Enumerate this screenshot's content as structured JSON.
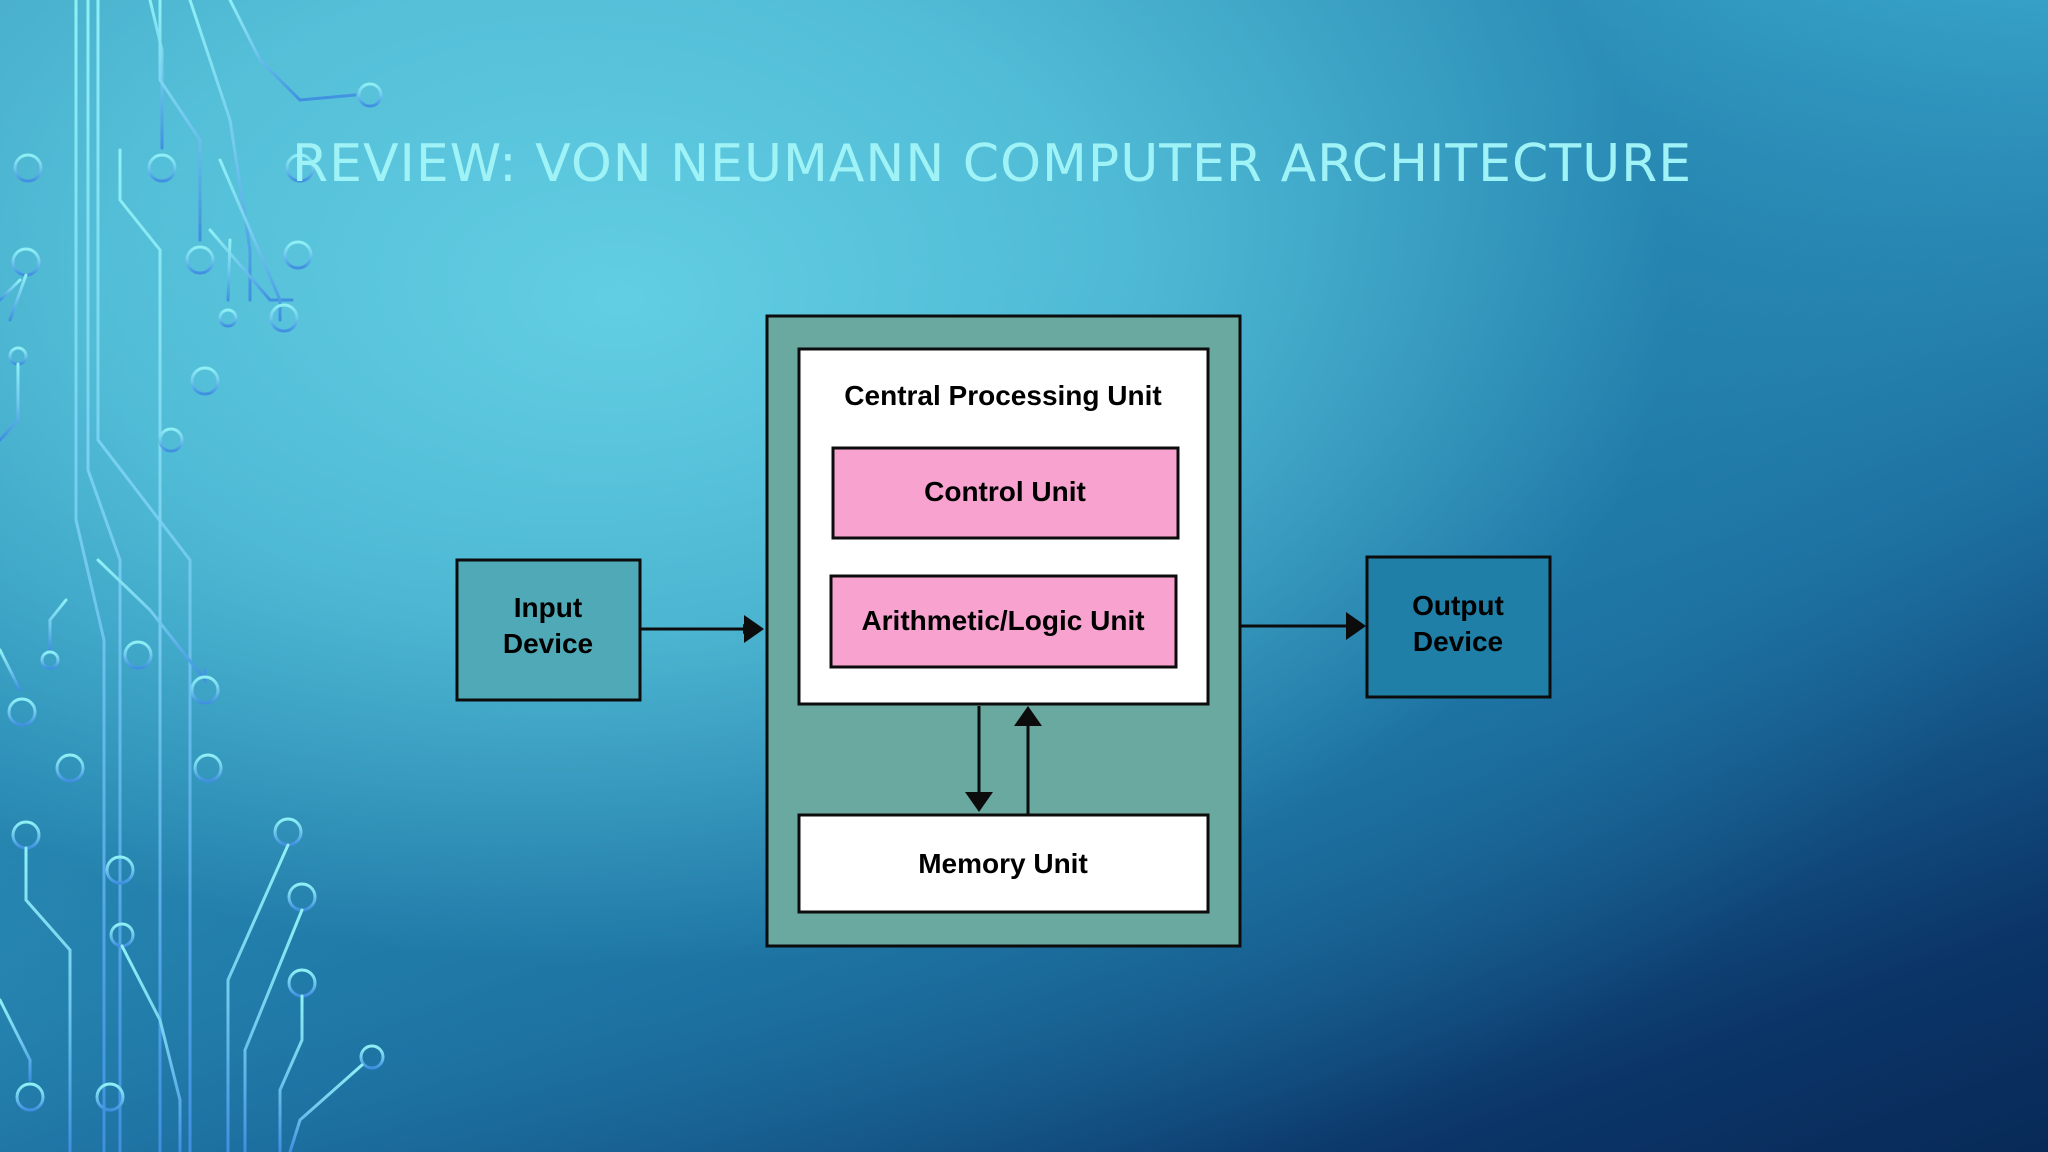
{
  "slide": {
    "title": "REVIEW: VON NEUMANN COMPUTER ARCHITECTURE"
  },
  "diagram": {
    "input_device": {
      "line1": "Input",
      "line2": "Device"
    },
    "output_device": {
      "line1": "Output",
      "line2": "Device"
    },
    "cpu_label": "Central Processing Unit",
    "control_unit": "Control Unit",
    "alu": "Arithmetic/Logic Unit",
    "memory_unit": "Memory Unit"
  },
  "colors": {
    "title": "#9ff3f6",
    "outer_box": "#6aa99f",
    "inner_box": "#ffffff",
    "unit_box": "#f7a2cf",
    "border": "#0c0c0c",
    "circuit_light": "#8ff0f4",
    "circuit_dark": "#3f8fe0"
  }
}
